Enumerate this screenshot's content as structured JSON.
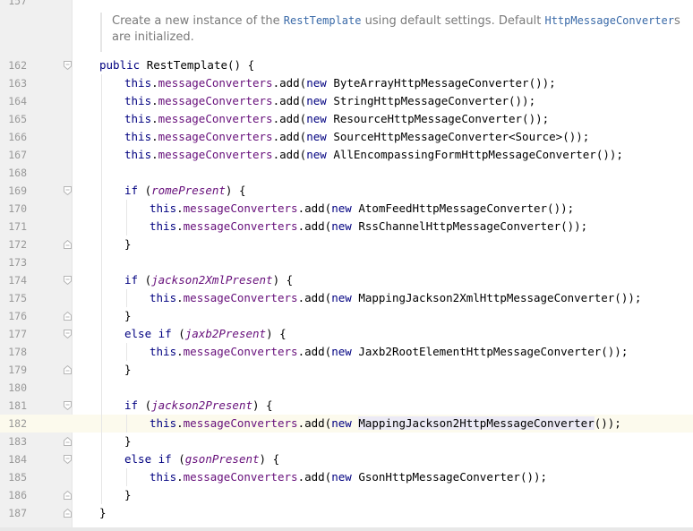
{
  "editor": {
    "top_partial_line_number": "157",
    "doc_comment": {
      "part1": "Create a new instance of the ",
      "link1": "RestTemplate",
      "part2": " using default settings. Default ",
      "link2": "HttpMessageConverter",
      "part3": "s",
      "line2": "are initialized."
    },
    "lines": [
      {
        "n": "162",
        "indent": 0,
        "tokens": [
          [
            "kw",
            "public "
          ],
          [
            "p",
            "RestTemplate() {"
          ]
        ],
        "fold": "open"
      },
      {
        "n": "163",
        "indent": 1,
        "tokens": [
          [
            "kw",
            "this"
          ],
          [
            "p",
            "."
          ],
          [
            "fld",
            "messageConverters"
          ],
          [
            "p",
            ".add("
          ],
          [
            "kw",
            "new "
          ],
          [
            "p",
            "ByteArrayHttpMessageConverter());"
          ]
        ]
      },
      {
        "n": "164",
        "indent": 1,
        "tokens": [
          [
            "kw",
            "this"
          ],
          [
            "p",
            "."
          ],
          [
            "fld",
            "messageConverters"
          ],
          [
            "p",
            ".add("
          ],
          [
            "kw",
            "new "
          ],
          [
            "p",
            "StringHttpMessageConverter());"
          ]
        ]
      },
      {
        "n": "165",
        "indent": 1,
        "tokens": [
          [
            "kw",
            "this"
          ],
          [
            "p",
            "."
          ],
          [
            "fld",
            "messageConverters"
          ],
          [
            "p",
            ".add("
          ],
          [
            "kw",
            "new "
          ],
          [
            "p",
            "ResourceHttpMessageConverter());"
          ]
        ]
      },
      {
        "n": "166",
        "indent": 1,
        "tokens": [
          [
            "kw",
            "this"
          ],
          [
            "p",
            "."
          ],
          [
            "fld",
            "messageConverters"
          ],
          [
            "p",
            ".add("
          ],
          [
            "kw",
            "new "
          ],
          [
            "p",
            "SourceHttpMessageConverter<Source>());"
          ]
        ]
      },
      {
        "n": "167",
        "indent": 1,
        "tokens": [
          [
            "kw",
            "this"
          ],
          [
            "p",
            "."
          ],
          [
            "fld",
            "messageConverters"
          ],
          [
            "p",
            ".add("
          ],
          [
            "kw",
            "new "
          ],
          [
            "p",
            "AllEncompassingFormHttpMessageConverter());"
          ]
        ]
      },
      {
        "n": "168",
        "indent": 0,
        "tokens": []
      },
      {
        "n": "169",
        "indent": 1,
        "tokens": [
          [
            "kw",
            "if "
          ],
          [
            "p",
            "("
          ],
          [
            "ital",
            "romePresent"
          ],
          [
            "p",
            ") {"
          ]
        ],
        "fold": "open"
      },
      {
        "n": "170",
        "indent": 2,
        "tokens": [
          [
            "kw",
            "this"
          ],
          [
            "p",
            "."
          ],
          [
            "fld",
            "messageConverters"
          ],
          [
            "p",
            ".add("
          ],
          [
            "kw",
            "new "
          ],
          [
            "p",
            "AtomFeedHttpMessageConverter());"
          ]
        ]
      },
      {
        "n": "171",
        "indent": 2,
        "tokens": [
          [
            "kw",
            "this"
          ],
          [
            "p",
            "."
          ],
          [
            "fld",
            "messageConverters"
          ],
          [
            "p",
            ".add("
          ],
          [
            "kw",
            "new "
          ],
          [
            "p",
            "RssChannelHttpMessageConverter());"
          ]
        ]
      },
      {
        "n": "172",
        "indent": 1,
        "tokens": [
          [
            "p",
            "}"
          ]
        ],
        "fold": "close"
      },
      {
        "n": "173",
        "indent": 0,
        "tokens": []
      },
      {
        "n": "174",
        "indent": 1,
        "tokens": [
          [
            "kw",
            "if "
          ],
          [
            "p",
            "("
          ],
          [
            "ital",
            "jackson2XmlPresent"
          ],
          [
            "p",
            ") {"
          ]
        ],
        "fold": "open"
      },
      {
        "n": "175",
        "indent": 2,
        "tokens": [
          [
            "kw",
            "this"
          ],
          [
            "p",
            "."
          ],
          [
            "fld",
            "messageConverters"
          ],
          [
            "p",
            ".add("
          ],
          [
            "kw",
            "new "
          ],
          [
            "p",
            "MappingJackson2XmlHttpMessageConverter());"
          ]
        ]
      },
      {
        "n": "176",
        "indent": 1,
        "tokens": [
          [
            "p",
            "}"
          ]
        ],
        "fold": "close"
      },
      {
        "n": "177",
        "indent": 1,
        "tokens": [
          [
            "kw",
            "else if "
          ],
          [
            "p",
            "("
          ],
          [
            "ital",
            "jaxb2Present"
          ],
          [
            "p",
            ") {"
          ]
        ],
        "fold": "open"
      },
      {
        "n": "178",
        "indent": 2,
        "tokens": [
          [
            "kw",
            "this"
          ],
          [
            "p",
            "."
          ],
          [
            "fld",
            "messageConverters"
          ],
          [
            "p",
            ".add("
          ],
          [
            "kw",
            "new "
          ],
          [
            "p",
            "Jaxb2RootElementHttpMessageConverter());"
          ]
        ]
      },
      {
        "n": "179",
        "indent": 1,
        "tokens": [
          [
            "p",
            "}"
          ]
        ],
        "fold": "close"
      },
      {
        "n": "180",
        "indent": 0,
        "tokens": []
      },
      {
        "n": "181",
        "indent": 1,
        "tokens": [
          [
            "kw",
            "if "
          ],
          [
            "p",
            "("
          ],
          [
            "ital",
            "jackson2Present"
          ],
          [
            "p",
            ") {"
          ]
        ],
        "fold": "open"
      },
      {
        "n": "182",
        "indent": 2,
        "current": true,
        "tokens": [
          [
            "kw",
            "this"
          ],
          [
            "p",
            "."
          ],
          [
            "fld",
            "messageConverters"
          ],
          [
            "p",
            ".add("
          ],
          [
            "kw",
            "new "
          ],
          [
            "hl",
            "MappingJackson2HttpMessageConverter"
          ],
          [
            "p",
            "());"
          ]
        ]
      },
      {
        "n": "183",
        "indent": 1,
        "tokens": [
          [
            "p",
            "}"
          ]
        ],
        "fold": "close"
      },
      {
        "n": "184",
        "indent": 1,
        "tokens": [
          [
            "kw",
            "else if "
          ],
          [
            "p",
            "("
          ],
          [
            "ital",
            "gsonPresent"
          ],
          [
            "p",
            ") {"
          ]
        ],
        "fold": "open"
      },
      {
        "n": "185",
        "indent": 2,
        "tokens": [
          [
            "kw",
            "this"
          ],
          [
            "p",
            "."
          ],
          [
            "fld",
            "messageConverters"
          ],
          [
            "p",
            ".add("
          ],
          [
            "kw",
            "new "
          ],
          [
            "p",
            "GsonHttpMessageConverter());"
          ]
        ]
      },
      {
        "n": "186",
        "indent": 1,
        "tokens": [
          [
            "p",
            "}"
          ]
        ],
        "fold": "close"
      },
      {
        "n": "187",
        "indent": 0,
        "tokens": [
          [
            "p",
            "}"
          ]
        ],
        "fold": "close"
      }
    ]
  }
}
